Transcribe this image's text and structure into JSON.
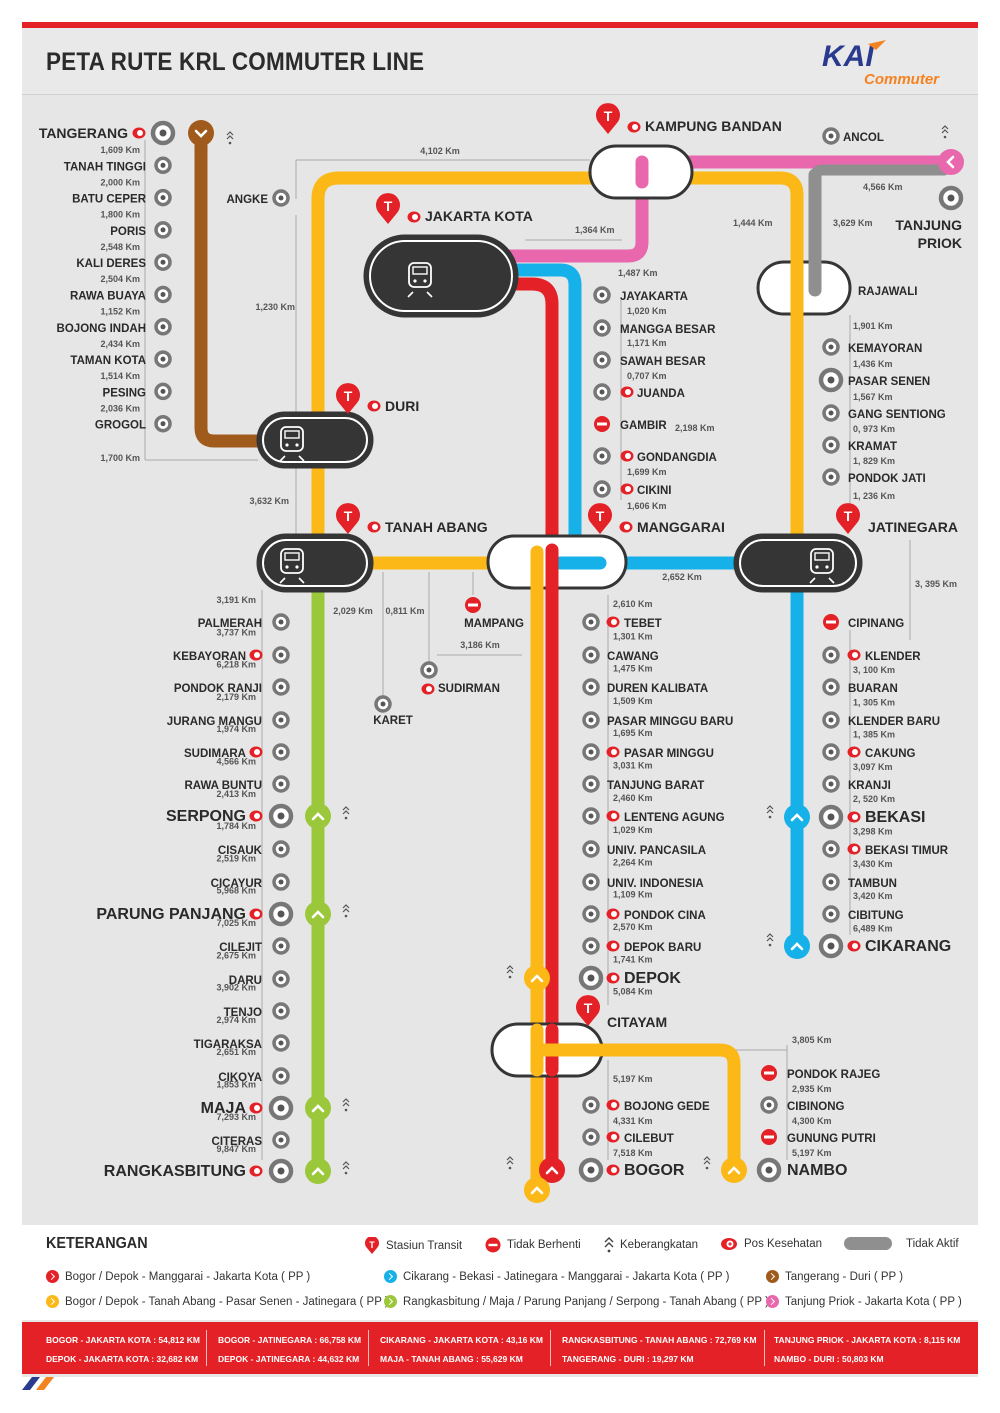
{
  "header": {
    "title": "PETA RUTE KRL COMMUTER LINE",
    "logo_text": "KAI",
    "logo_sub": "Commuter"
  },
  "colors": {
    "brown": "#a05a1c",
    "yellow": "#fbb817",
    "red": "#e32126",
    "blue": "#15b1e8",
    "pink": "#e968ad",
    "green": "#9bc83b",
    "grey": "#8f8f8f",
    "hub": "#353535"
  },
  "transit": {
    "kampung_bandan": "KAMPUNG BANDAN",
    "jakarta_kota": "JAKARTA KOTA",
    "duri": "DURI",
    "tanah_abang": "TANAH ABANG",
    "manggarai": "MANGGARAI",
    "jatinegara": "JATINEGARA",
    "citayam": "CITAYAM"
  },
  "ends": {
    "tanjung_priok_1": "TANJUNG",
    "tanjung_priok_2": "PRIOK",
    "rajawali": "RAJAWALI"
  },
  "tangerang": {
    "stations": [
      "TANGERANG",
      "TANAH TINGGI",
      "BATU CEPER",
      "PORIS",
      "KALI DERES",
      "RAWA BUAYA",
      "BOJONG INDAH",
      "TAMAN KOTA",
      "PESING",
      "GROGOL"
    ],
    "distances": [
      "1,609 Km",
      "2,000 Km",
      "1,800 Km",
      "2,548 Km",
      "2,504 Km",
      "1,152 Km",
      "2,434 Km",
      "1,514 Km",
      "2,036 Km"
    ],
    "grogol_duri": "1,700 Km"
  },
  "loop": {
    "angke": "ANGKE",
    "ancol": "ANCOL",
    "km_ancol_priok": "4,566 Km",
    "km_4102": "4,102 Km",
    "km_1364": "1,364 Km",
    "km_1444": "1,444 Km",
    "km_3629": "3,629 Km",
    "km_1230": "1,230 Km",
    "km_3632": "3,632 Km",
    "km_1487": "1,487 Km",
    "km_2652": "2,652 Km",
    "km_3395": "3, 395 Km"
  },
  "central": {
    "stations": [
      "JAYAKARTA",
      "MANGGA BESAR",
      "SAWAH BESAR",
      "JUANDA",
      "GAMBIR",
      "GONDANGDIA",
      "CIKINI"
    ],
    "distances": [
      "1,020 Km",
      "1,171 Km",
      "0,707 Km",
      "2,198 Km",
      "1,699 Km",
      "1,606 Km"
    ]
  },
  "east": {
    "stations": [
      "KEMAYORAN",
      "PASAR SENEN",
      "GANG SENTIONG",
      "KRAMAT",
      "PONDOK JATI"
    ],
    "distances": [
      "1,901 Km",
      "1,436 Km",
      "1,567 Km",
      "0, 973 Km",
      "1, 829 Km",
      "1, 236 Km"
    ]
  },
  "tanahabang_branch": {
    "mampang": "MAMPANG",
    "sudirman": "SUDIRMAN",
    "karet": "KARET",
    "km_2029": "2,029 Km",
    "km_0811": "0,811 Km",
    "km_3186": "3,186 Km"
  },
  "green": {
    "stations": [
      "PALMERAH",
      "KEBAYORAN",
      "PONDOK RANJI",
      "JURANG MANGU",
      "SUDIMARA",
      "RAWA BUNTU",
      "SERPONG",
      "CISAUK",
      "CICAYUR",
      "PARUNG PANJANG",
      "CILEJIT",
      "DARU",
      "TENJO",
      "TIGARAKSA",
      "CIKOYA",
      "MAJA",
      "CITERAS",
      "RANGKASBITUNG"
    ],
    "distances": [
      "3,191 Km",
      "3,737 Km",
      "6,218 Km",
      "2,179 Km",
      "1,974 Km",
      "4,566 Km",
      "2,413 Km",
      "1,784 Km",
      "2,519 Km",
      "5,968 Km",
      "7,025 Km",
      "2,675 Km",
      "3,902 Km",
      "2,974 Km",
      "2,651 Km",
      "1,853 Km",
      "7,293 Km",
      "9,847 Km"
    ]
  },
  "bogor": {
    "stations": [
      "TEBET",
      "CAWANG",
      "DUREN KALIBATA",
      "PASAR MINGGU BARU",
      "PASAR MINGGU",
      "TANJUNG BARAT",
      "LENTENG AGUNG",
      "UNIV. PANCASILA",
      "UNIV. INDONESIA",
      "PONDOK CINA",
      "DEPOK BARU",
      "DEPOK"
    ],
    "distances": [
      "2,610 Km",
      "1,301 Km",
      "1,475 Km",
      "1,509 Km",
      "1,695 Km",
      "3,031 Km",
      "2,460 Km",
      "1,029 Km",
      "2,264 Km",
      "1,109 Km",
      "2,570 Km",
      "1,741 Km",
      "5,084 Km"
    ],
    "south": [
      "BOJONG GEDE",
      "CILEBUT",
      "BOGOR"
    ],
    "south_distances": [
      "5,197 Km",
      "4,331 Km",
      "7,518 Km"
    ]
  },
  "nambo": {
    "stations": [
      "PONDOK RAJEG",
      "CIBINONG",
      "GUNUNG PUTRI",
      "NAMBO"
    ],
    "distances": [
      "3,805 Km",
      "2,935 Km",
      "4,300 Km",
      "5,197 Km"
    ]
  },
  "bekasi": {
    "stations": [
      "CIPINANG",
      "KLENDER",
      "BUARAN",
      "KLENDER BARU",
      "CAKUNG",
      "KRANJI",
      "BEKASI",
      "BEKASI TIMUR",
      "TAMBUN",
      "CIBITUNG",
      "CIKARANG"
    ],
    "distances": [
      "3, 100 Km",
      "1, 305 Km",
      "1, 385 Km",
      "3,097 Km",
      "2, 520 Km",
      "3,298 Km",
      "3,430 Km",
      "3,420 Km",
      "6,489 Km"
    ]
  },
  "legend": {
    "title": "KETERANGAN",
    "symbols": [
      "Stasiun Transit",
      "Tidak Berhenti",
      "Keberangkatan",
      "Pos Kesehatan",
      "Tidak Aktif"
    ],
    "routes": [
      "Bogor / Depok - Manggarai - Jakarta Kota ( PP )",
      "Cikarang - Bekasi - Jatinegara - Manggarai - Jakarta Kota ( PP )",
      "Tangerang - Duri ( PP )",
      "Bogor / Depok - Tanah Abang - Pasar Senen - Jatinegara ( PP )",
      "Rangkasbitung / Maja / Parung Panjang / Serpong - Tanah Abang ( PP )",
      "Tanjung Priok - Jakarta Kota ( PP )"
    ]
  },
  "footer": {
    "r1": [
      "BOGOR - JAKARTA KOTA  :  54,812 KM",
      "BOGOR - JATINEGARA  :  66,758 KM",
      "CIKARANG - JAKARTA KOTA  :  43,16 KM",
      "RANGKASBITUNG - TANAH ABANG  :  72,769 KM",
      "TANJUNG PRIOK - JAKARTA KOTA  :  8,115 KM"
    ],
    "r2": [
      "DEPOK - JAKARTA KOTA  :  32,682 KM",
      "DEPOK - JATINEGARA  :  44,632 KM",
      "MAJA - TANAH ABANG  :  55,629 KM",
      "TANGERANG - DURI  :  19,297 KM",
      "NAMBO - DURI  :  50,803 KM"
    ]
  }
}
